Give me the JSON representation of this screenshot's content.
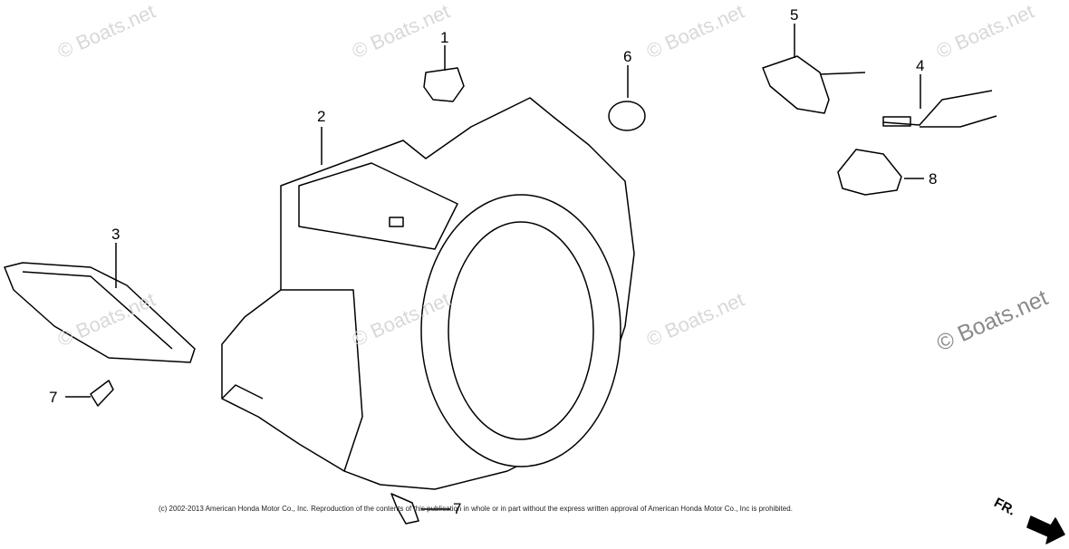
{
  "watermark_text": "© Boats.net",
  "watermark_main": "© Boats.net",
  "callouts": [
    "1",
    "2",
    "3",
    "4",
    "5",
    "6",
    "7",
    "7",
    "8"
  ],
  "copyright": "(c) 2002-2013 American Honda Motor Co., Inc. Reproduction of the contents of this publication in whole or in part without the express written approval of American Honda Motor Co., Inc is prohibited.",
  "direction_label": "FR."
}
